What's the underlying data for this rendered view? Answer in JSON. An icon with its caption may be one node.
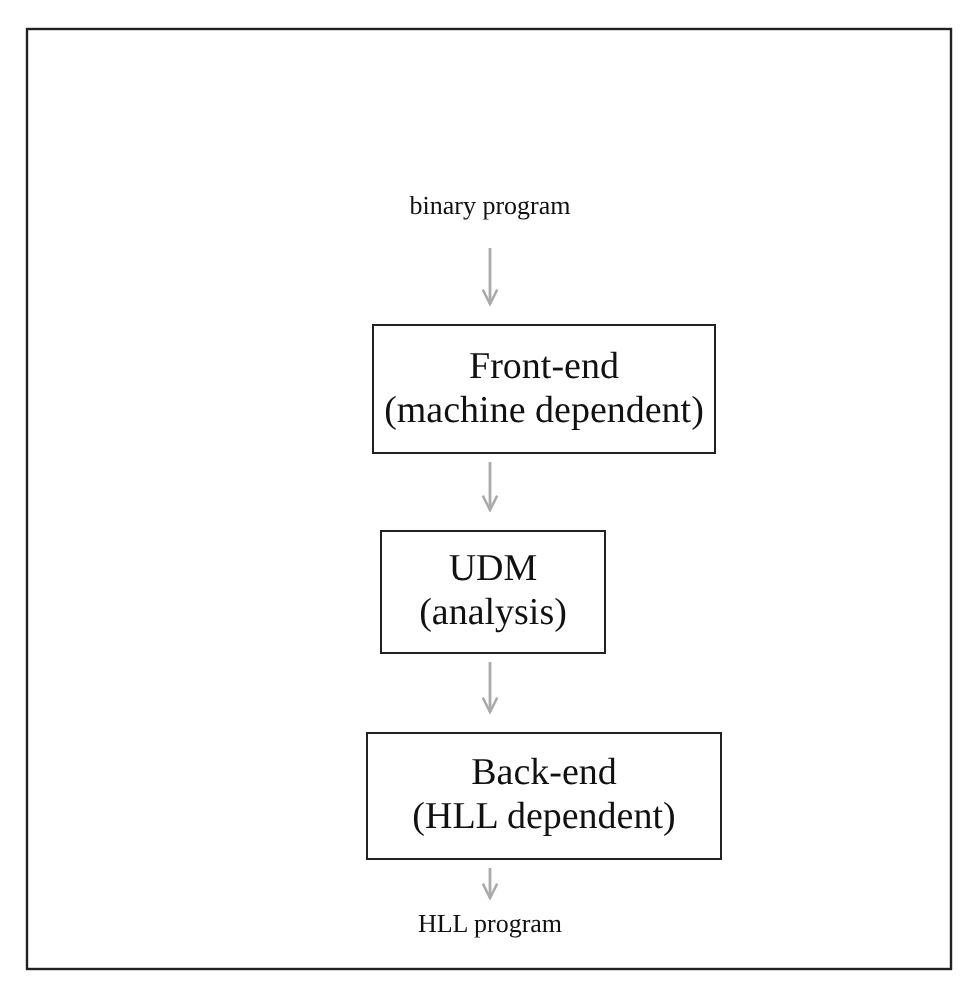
{
  "diagram": {
    "nodes": [
      {
        "text": [
          "binary program"
        ]
      },
      {
        "text": [
          "Front-end",
          "(machine dependent)"
        ]
      },
      {
        "text": [
          "UDM",
          "(analysis)"
        ]
      },
      {
        "text": [
          "Back-end",
          "(HLL dependent)"
        ]
      },
      {
        "text": [
          "HLL program"
        ]
      }
    ],
    "edges": [
      {
        "from": 0,
        "to": 1,
        "arrow": "to"
      },
      {
        "from": 1,
        "to": 2,
        "arrow": "to"
      },
      {
        "from": 2,
        "to": 3,
        "arrow": "to"
      },
      {
        "from": 3,
        "to": 4,
        "arrow": "to"
      }
    ]
  }
}
